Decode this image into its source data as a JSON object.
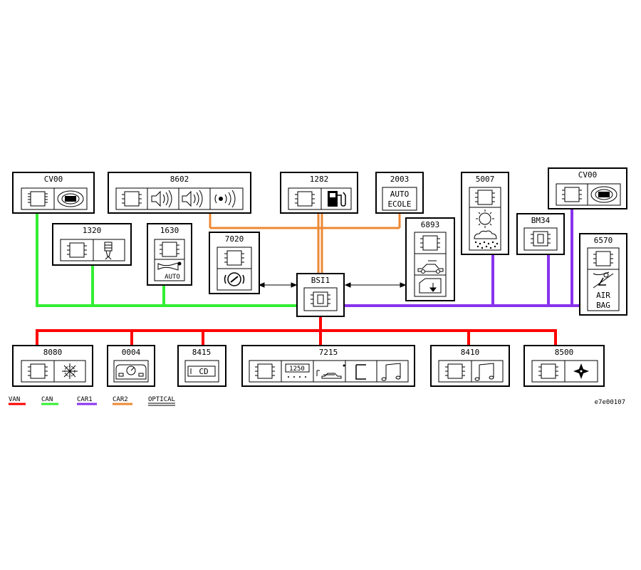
{
  "modules": {
    "cv00_left": "CV00",
    "m8602": "8602",
    "m1282": "1282",
    "m2003": "2003",
    "m5007": "5007",
    "cv00_right": "CV00",
    "m1320": "1320",
    "m1630": "1630",
    "m7020": "7020",
    "m6893": "6893",
    "bm34": "BM34",
    "m6570": "6570",
    "bsi1": "BSI1",
    "m8080": "8080",
    "m0004": "0004",
    "m8415": "8415",
    "m7215": "7215",
    "m8410": "8410",
    "m8500": "8500"
  },
  "icon_text": {
    "auto_1630": "AUTO",
    "auto_ecole_1": "AUTO",
    "auto_ecole_2": "ECOLE",
    "airbag_1": "AIR",
    "airbag_2": "BAG",
    "cd": "CD",
    "clock_display": "1250"
  },
  "legend": {
    "van": "VAN",
    "can": "CAN",
    "car1": "CAR1",
    "car2": "CAR2",
    "optical": "OPTICAL"
  },
  "reference": "e7e00107",
  "colors": {
    "van": "#ff0000",
    "can": "#33ee33",
    "car1": "#8833ee",
    "car2": "#ee8833",
    "frame": "#000000"
  }
}
